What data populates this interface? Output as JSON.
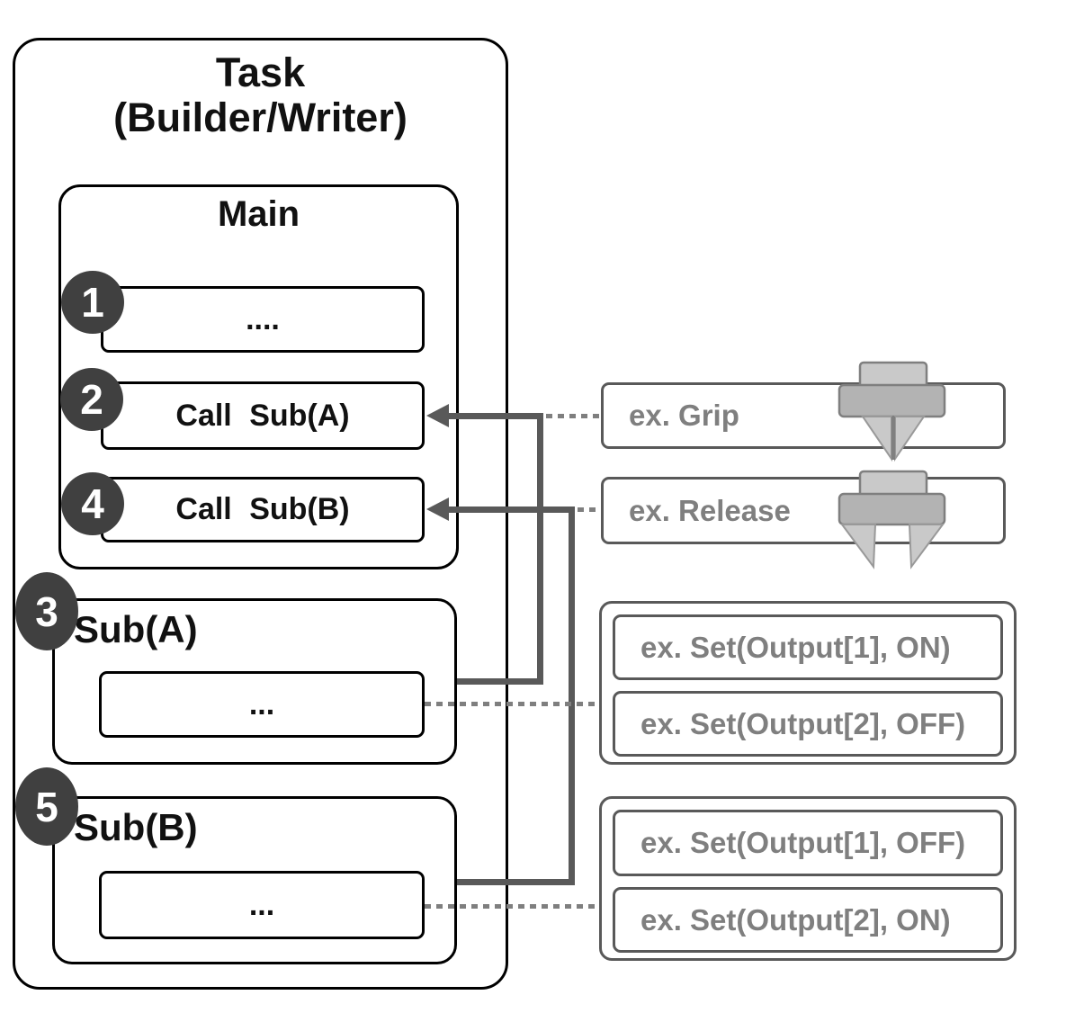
{
  "diagram": {
    "task": {
      "title_line1": "Task",
      "title_line2": "(Builder/Writer)"
    },
    "main": {
      "title": "Main",
      "steps": [
        {
          "number": "1",
          "label": "...."
        },
        {
          "number": "2",
          "label": "Call Sub(A)"
        },
        {
          "number": "4",
          "label": "Call Sub(B)"
        }
      ]
    },
    "subroutines": [
      {
        "number": "3",
        "title": "Sub(A)",
        "body": "..."
      },
      {
        "number": "5",
        "title": "Sub(B)",
        "body": "..."
      }
    ],
    "examples": {
      "grip": {
        "label": "ex. Grip",
        "icon": "gripper-closed-icon"
      },
      "release": {
        "label": "ex. Release",
        "icon": "gripper-open-icon"
      },
      "sub_a_commands": [
        "ex. Set(Output[1], ON)",
        "ex. Set(Output[2], OFF)"
      ],
      "sub_b_commands": [
        "ex. Set(Output[1], OFF)",
        "ex. Set(Output[2], ON)"
      ]
    },
    "colors": {
      "outline_black": "#000000",
      "connector_gray": "#595959",
      "dotted_gray": "#7f7f7f",
      "example_text_gray": "#7f7f7f",
      "badge_gray": "#404040",
      "gripper_light": "#c9c9c9",
      "gripper_mid": "#b3b3b3"
    }
  }
}
